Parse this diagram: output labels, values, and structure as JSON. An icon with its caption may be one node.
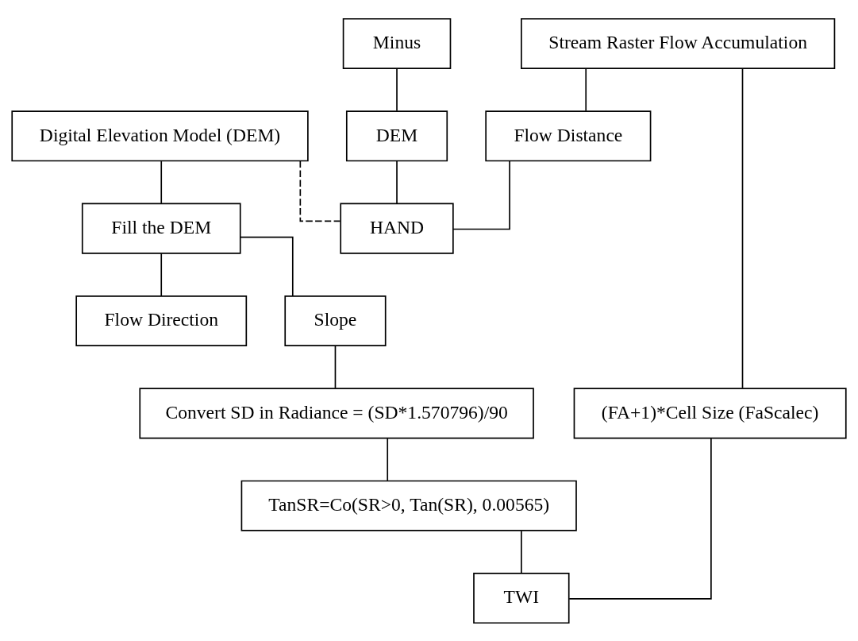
{
  "diagram": {
    "nodes": [
      {
        "text": [
          "Digital Elevation Model (DEM)"
        ]
      },
      {
        "text": [
          "Fill the DEM"
        ]
      },
      {
        "text": [
          "Slope"
        ]
      },
      {
        "text": [
          "Flow Direction"
        ]
      },
      {
        "text": [
          "Stream Raster Flow Accumulation"
        ]
      },
      {
        "text": [
          "Convert SD in Radiance = (SD*1.570796)/90"
        ]
      },
      {
        "text": [
          "(FA+1)*Cell Size (FaScalec)"
        ]
      },
      {
        "text": [
          "Flow Distance"
        ]
      },
      {
        "text": [
          "TanSR=Co(SR>0, Tan(SR), 0.00565)"
        ]
      },
      {
        "text": [
          "Minus"
        ]
      },
      {
        "text": [
          "DEM"
        ]
      },
      {
        "text": [
          "TWI"
        ]
      },
      {
        "text": [
          "HAND"
        ]
      }
    ],
    "edges": [
      {
        "from": 0,
        "to": 1,
        "arrow": "none"
      },
      {
        "from": 1,
        "to": 2,
        "arrow": "none"
      },
      {
        "from": 1,
        "to": 3,
        "arrow": "none"
      },
      {
        "from": 2,
        "to": 5,
        "arrow": "none"
      },
      {
        "from": 4,
        "to": 6,
        "arrow": "none"
      },
      {
        "from": 4,
        "to": 7,
        "arrow": "none"
      },
      {
        "from": 5,
        "to": 8,
        "arrow": "none"
      },
      {
        "from": 8,
        "to": 11,
        "arrow": "none"
      },
      {
        "from": 6,
        "to": 11,
        "arrow": "none"
      },
      {
        "from": 9,
        "to": 10,
        "arrow": "none"
      },
      {
        "from": 7,
        "to": 12,
        "arrow": "none"
      },
      {
        "from": 0,
        "to": 12,
        "arrow": "none",
        "style": "dashed"
      },
      {
        "from": 10,
        "to": 12,
        "arrow": "none"
      }
    ]
  }
}
